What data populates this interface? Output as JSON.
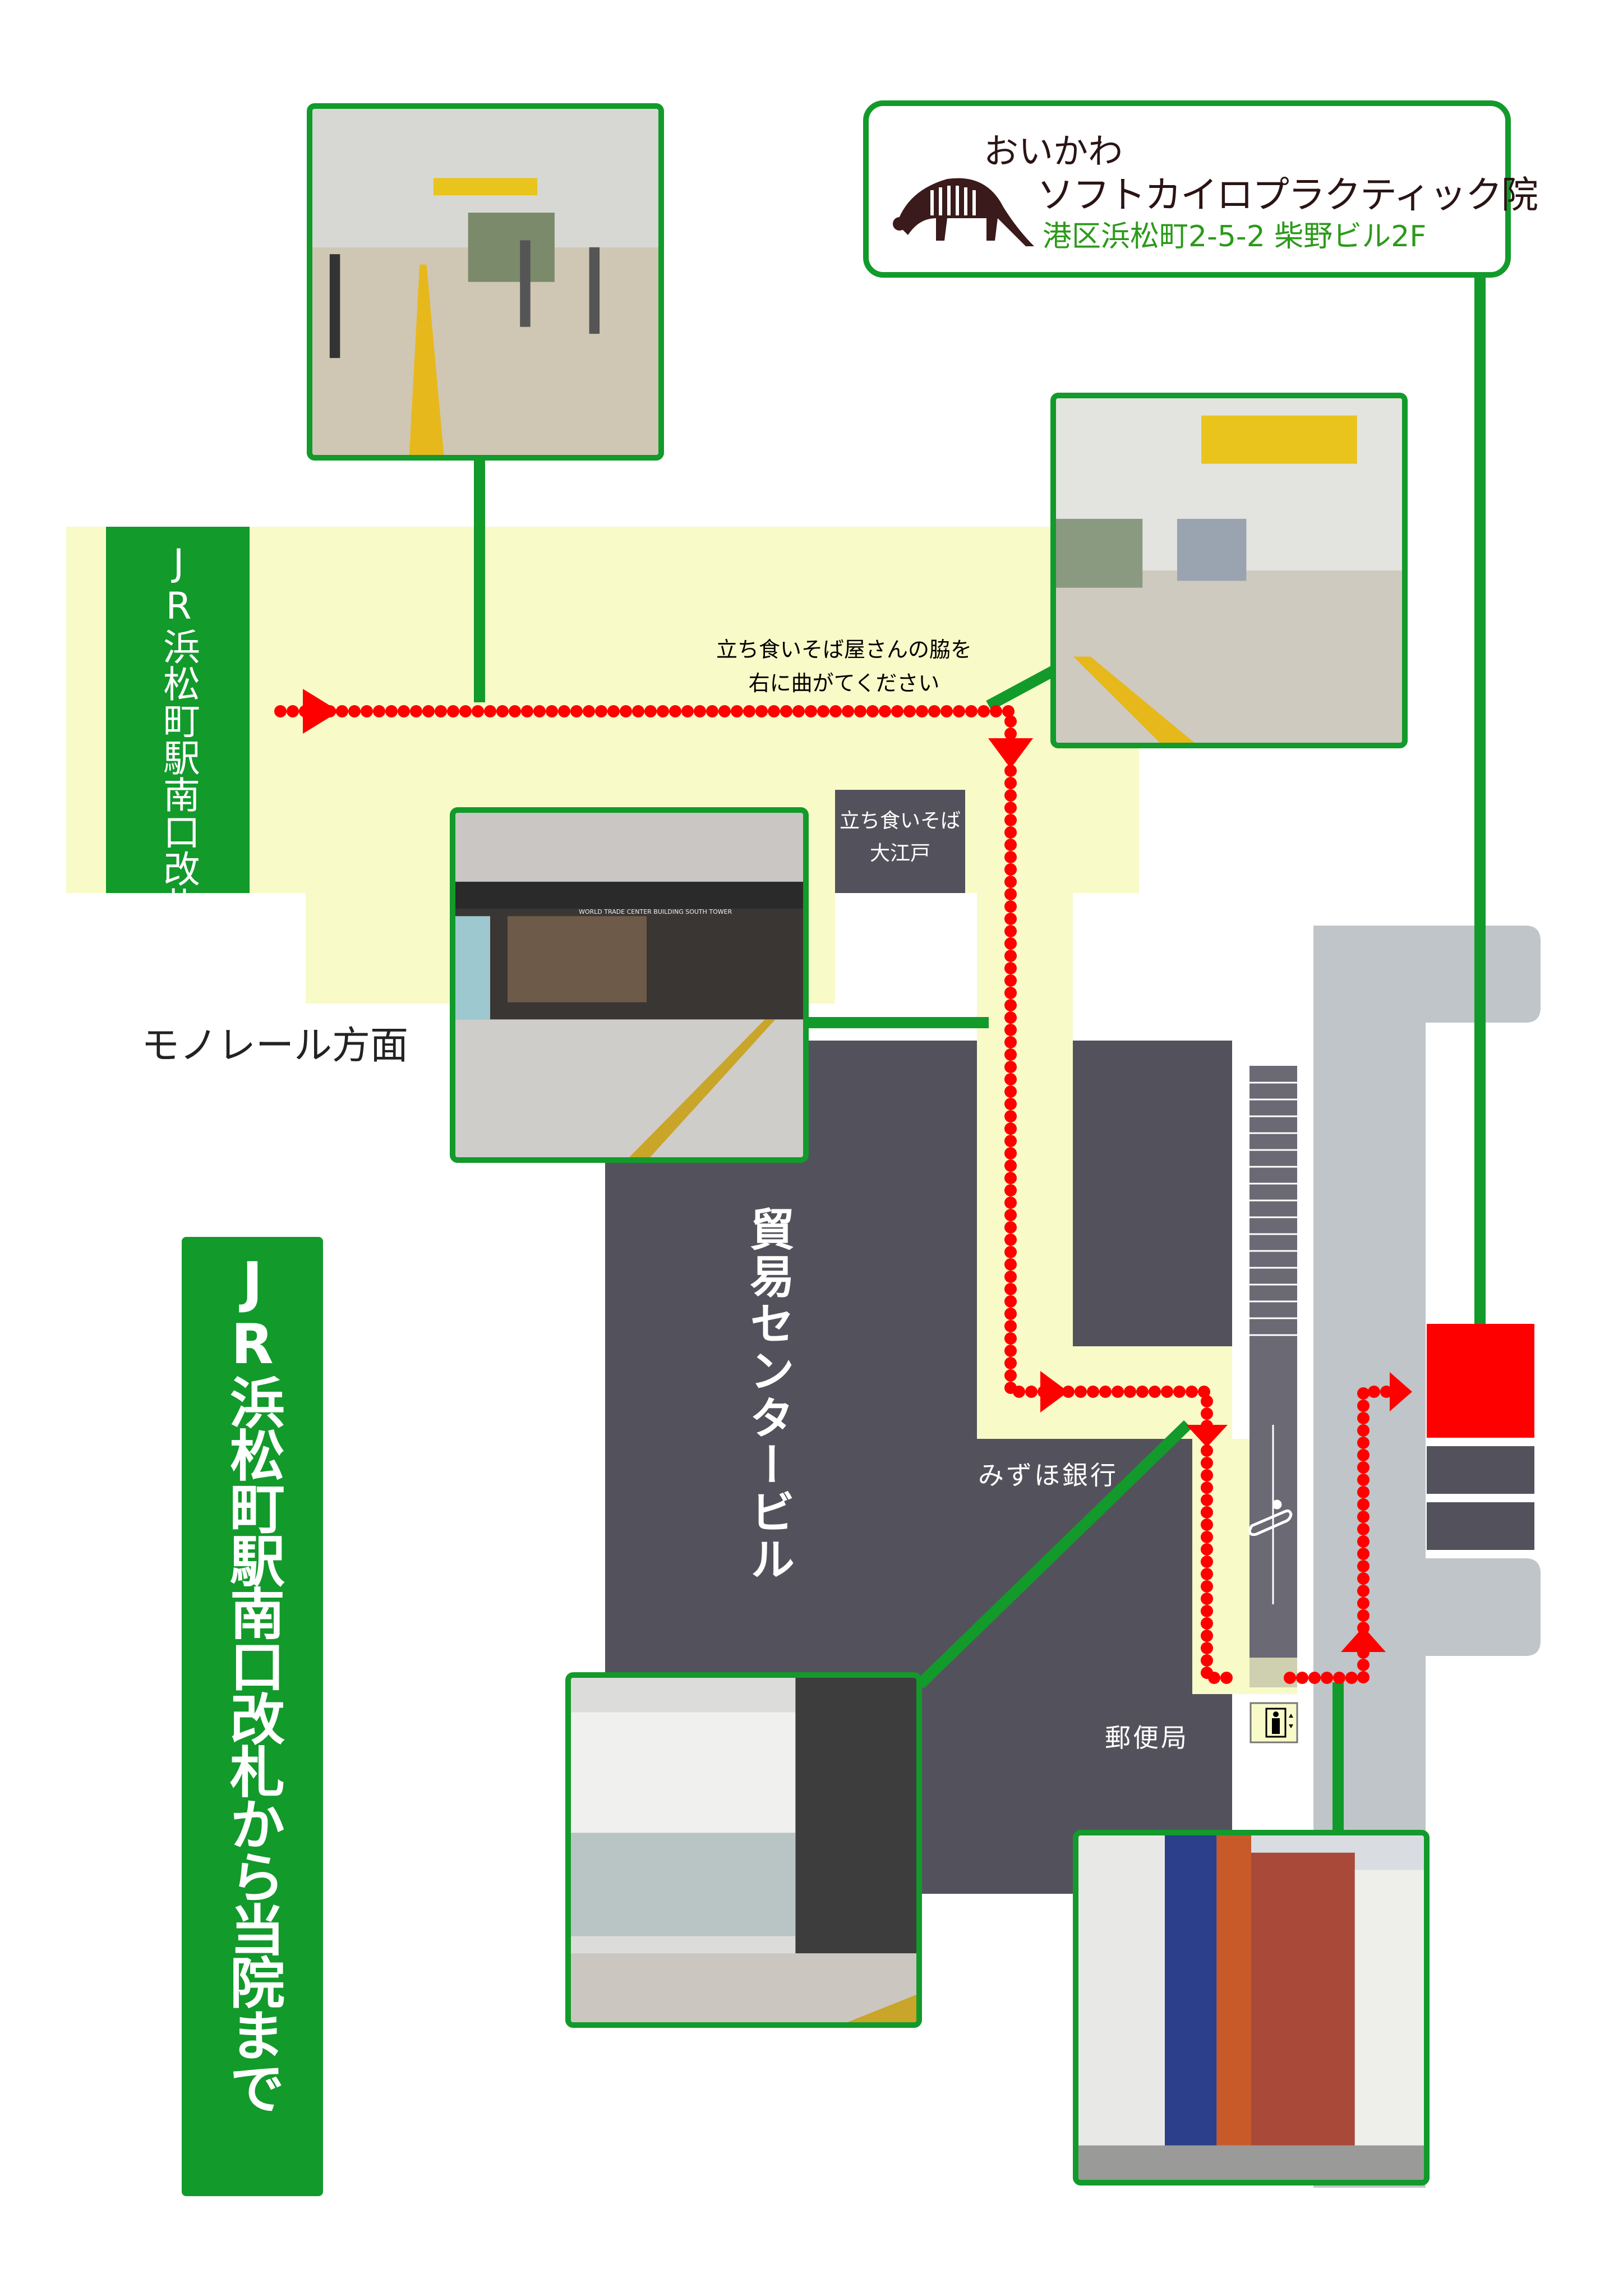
{
  "clinic": {
    "name_line1": "おいかわ",
    "name_line2": "ソフトカイロプラクティック院",
    "address": "港区浜松町2-5-2 柴野ビル2F"
  },
  "labels": {
    "station_gate": "JR浜松町駅南口改札",
    "direction_note_line1": "立ち食いそば屋さんの脇を",
    "direction_note_line2": "右に曲がてください",
    "soba_shop_line1": "立ち食いそば",
    "soba_shop_line2": "大江戸",
    "monorail": "モノレール方面",
    "trade_center": "貿易センタービル",
    "mizuho": "みずほ銀行",
    "post_office": "郵便局",
    "title": "JR浜松町駅南口改札から当院まで"
  },
  "photo_text": {
    "wtc_sign": "WORLD TRADE CENTER BUILDING SOUTH TOWER"
  },
  "colors": {
    "green": "#129a2b",
    "route_red": "#ff0000",
    "corridor_yellow": "#f8fac8",
    "building_dark": "#53525c",
    "road_grey": "#bfc5c8"
  }
}
